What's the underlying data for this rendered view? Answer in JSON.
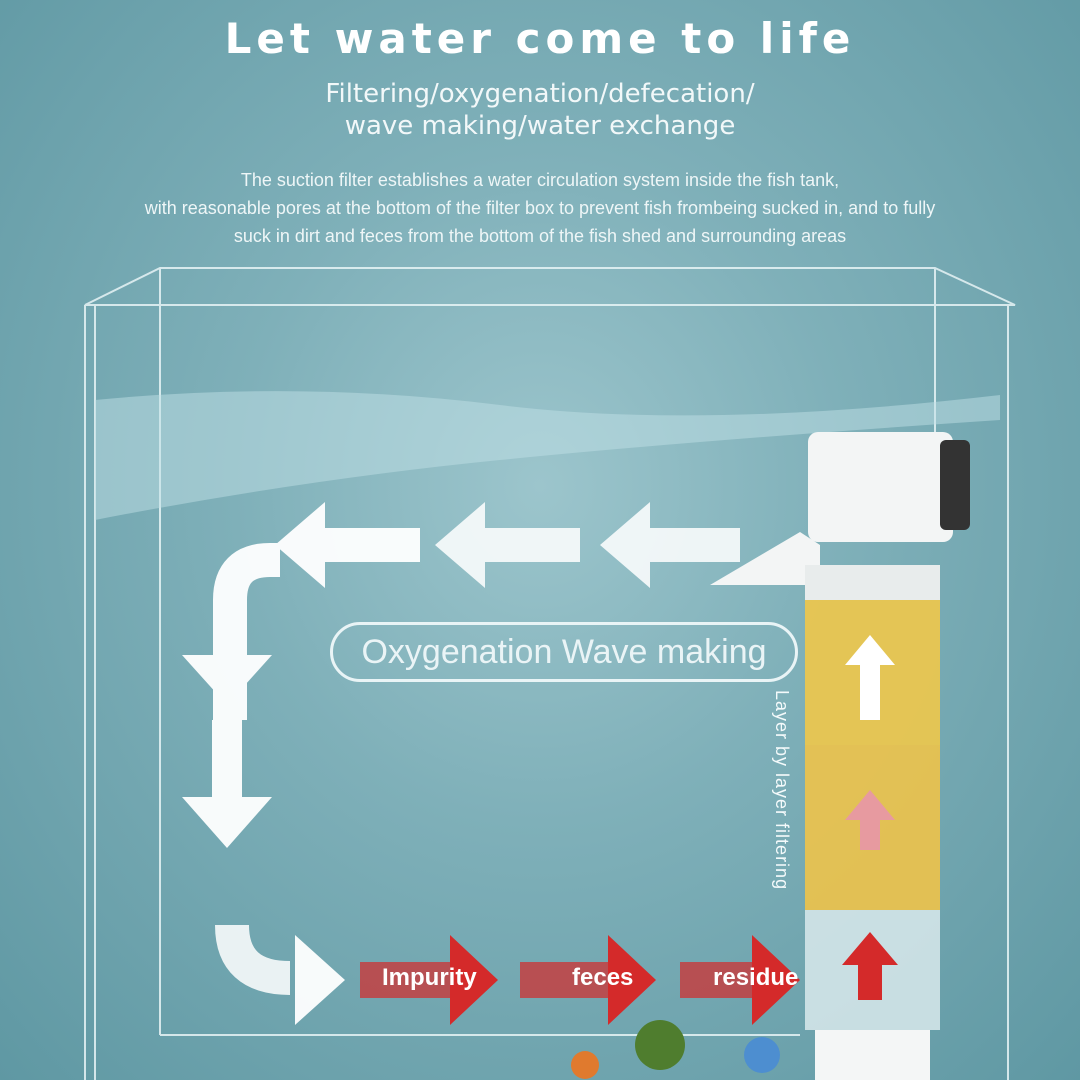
{
  "header": {
    "title": "Let water come to life",
    "subtitle_line1": "Filtering/oxygenation/defecation/",
    "subtitle_line2": "wave making/water exchange",
    "desc_line1": "The suction filter establishes a water circulation system inside the fish tank,",
    "desc_line2": "with reasonable pores at the bottom of the filter box to prevent fish frombeing sucked in, and to fully",
    "desc_line3": "suck in dirt and feces from the bottom of the fish shed and surrounding areas"
  },
  "diagram": {
    "pill_label": "Oxygenation Wave making",
    "vertical_label": "Layer by layer filtering",
    "flow_labels": [
      "Impurity",
      "feces",
      "residue"
    ],
    "colors": {
      "accent_red": "#d42a2a",
      "filter_yellow": "#f0c84a",
      "arrow_white": "#ffffff"
    }
  }
}
